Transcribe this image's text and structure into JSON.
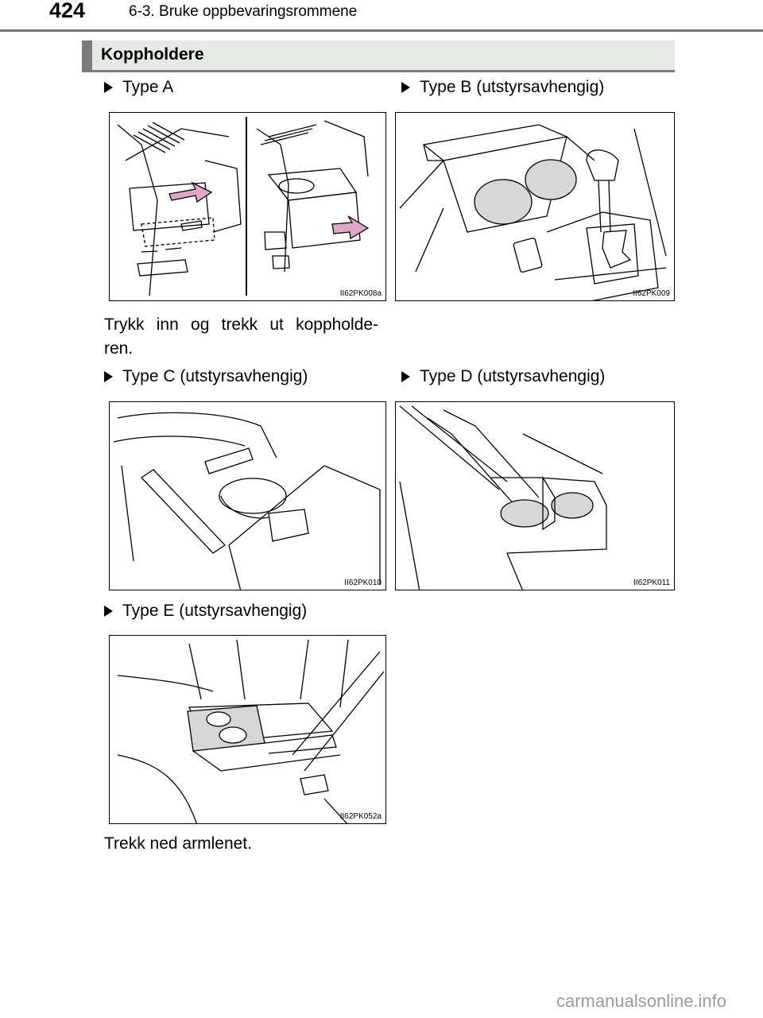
{
  "header": {
    "page_number": "424",
    "chapter": "6-3. Bruke oppbevaringsrommene"
  },
  "section": {
    "title": "Koppholdere"
  },
  "types": {
    "a": {
      "label": "Type A",
      "code": "II62PK008a"
    },
    "b": {
      "label": "Type B (utstyrsavhengig)",
      "code": "II62PK009"
    },
    "c": {
      "label": "Type C (utstyrsavhengig)",
      "code": "II62PK010"
    },
    "d": {
      "label": "Type D (utstyrsavhengig)",
      "code": "II62PK011"
    },
    "e": {
      "label": "Type E (utstyrsavhengig)",
      "code": "II62PK052a"
    }
  },
  "text": {
    "type_a_line1": "Trykk inn og trekk ut koppholde-",
    "type_a_line2": "ren.",
    "type_e": "Trekk ned armlenet."
  },
  "footer": {
    "watermark": "carmanualsonline.info"
  },
  "colors": {
    "arrow_pink": "#e4a6c6",
    "cup_gray": "#d7d7d7",
    "header_rule": "#777777"
  }
}
